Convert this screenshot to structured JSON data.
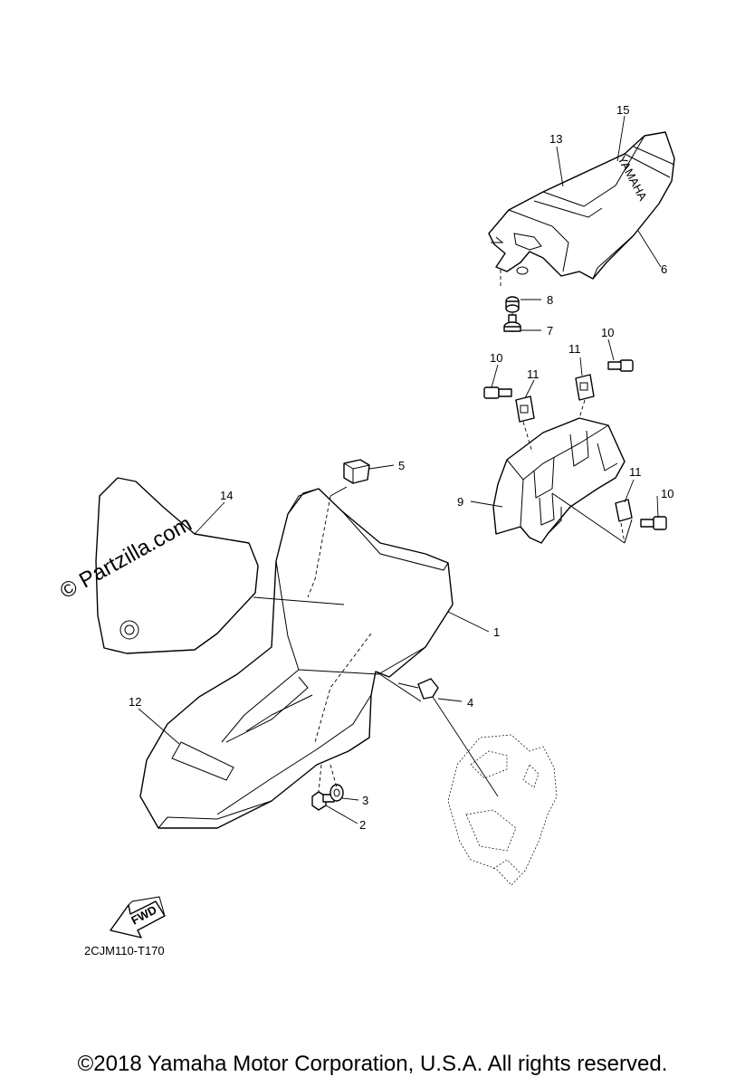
{
  "diagram_code": "2CJM110-T170",
  "watermark": "© Partzilla.com",
  "seat_brand_text": "YAMAHA",
  "fwd_label": "FWD",
  "copyright": "©2018 Yamaha Motor Corporation, U.S.A. All rights reserved.",
  "callouts": {
    "c1": "1",
    "c2": "2",
    "c3": "3",
    "c4": "4",
    "c5": "5",
    "c6": "6",
    "c7": "7",
    "c8": "8",
    "c9": "9",
    "c10a": "10",
    "c10b": "10",
    "c10c": "10",
    "c11a": "11",
    "c11b": "11",
    "c11c": "11",
    "c12": "12",
    "c13": "13",
    "c14": "14",
    "c15": "15"
  }
}
